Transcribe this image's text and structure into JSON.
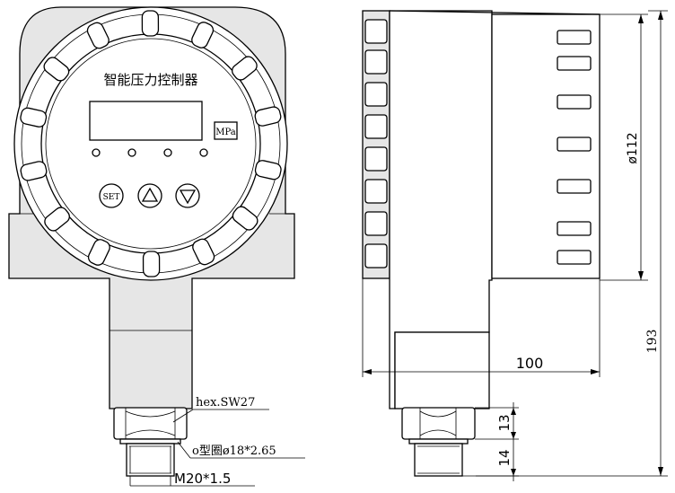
{
  "front_view": {
    "panel_title": "智能压力控制器",
    "unit_label": "MPa",
    "buttons": {
      "set": "SET",
      "up": "▲",
      "down": "▼"
    },
    "hex_label": "hex.SW27",
    "oring_label": "o型圈ø18*2.65",
    "thread_label": "M20*1.5"
  },
  "side_view": {
    "diameter_label": "ø112",
    "length_label": "100",
    "height_label": "193",
    "hex_height_label": "13",
    "thread_height_label": "14"
  }
}
